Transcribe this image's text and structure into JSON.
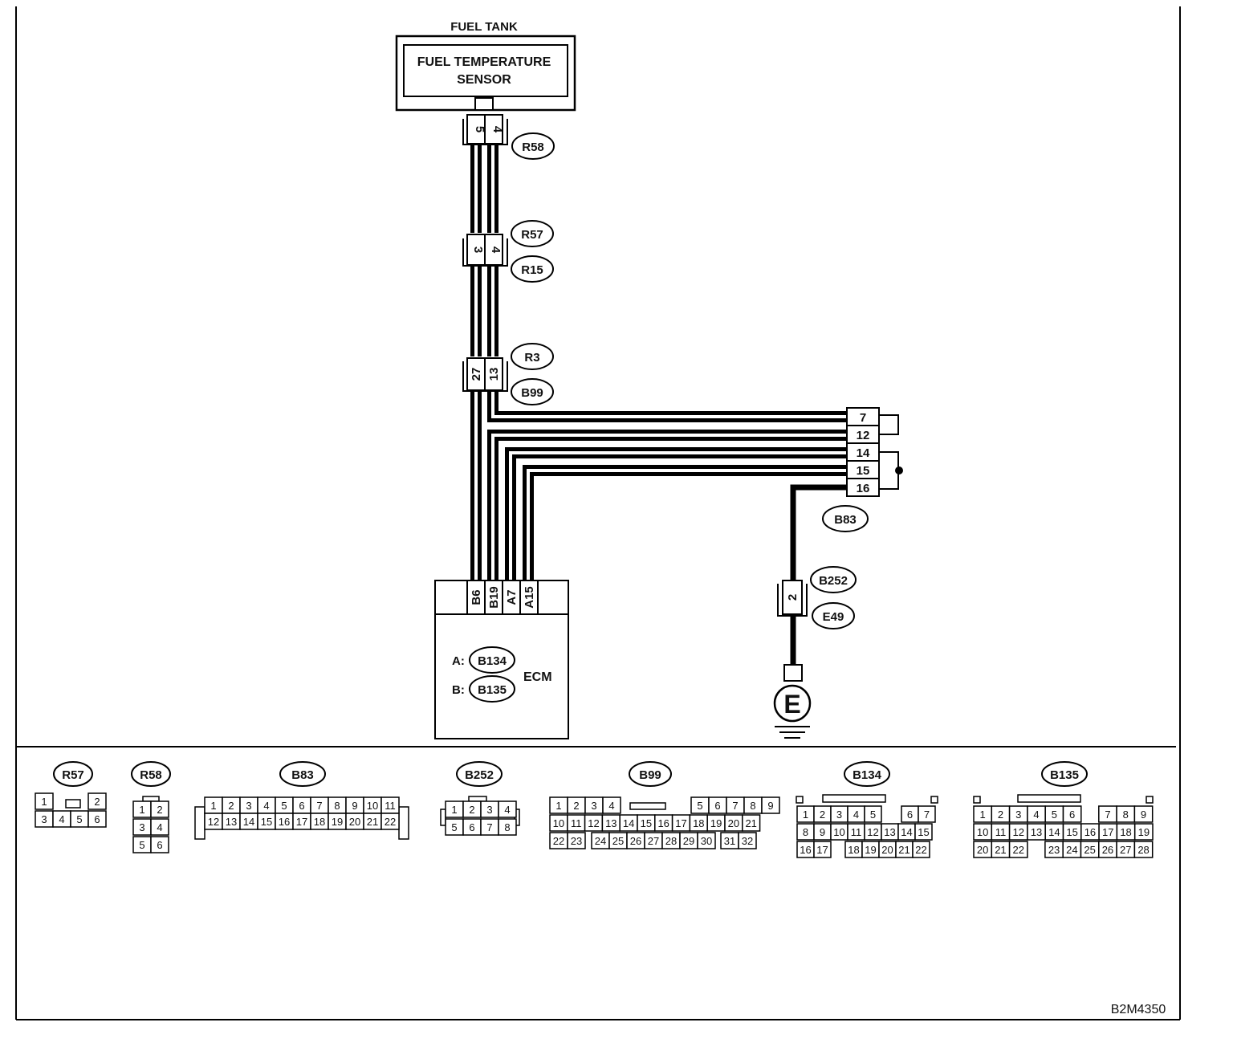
{
  "diagram_code": "B2M4350",
  "fuel_tank": {
    "title": "FUEL TANK",
    "sensor_line1": "FUEL TEMPERATURE",
    "sensor_line2": "SENSOR"
  },
  "inline_connectors": {
    "r58": {
      "pin_left": "5",
      "pin_right": "4",
      "tag": "R58"
    },
    "r57_r15": {
      "pin_left": "3",
      "pin_right": "4",
      "tag_top": "R57",
      "tag_bottom": "R15"
    },
    "r3_b99": {
      "pin_left": "27",
      "pin_right": "13",
      "tag_top": "R3",
      "tag_bottom": "B99"
    }
  },
  "b83_connector": {
    "pins": [
      "7",
      "12",
      "14",
      "15",
      "16"
    ],
    "tag": "B83"
  },
  "ecm": {
    "pins": [
      "B6",
      "B19",
      "A7",
      "A15"
    ],
    "a_label": "A:",
    "a_tag": "B134",
    "b_label": "B:",
    "b_tag": "B135",
    "name": "ECM"
  },
  "ground_path": {
    "pin": "2",
    "tag_top": "B252",
    "tag_bottom": "E49",
    "ground_symbol": "E"
  },
  "connector_faces": {
    "r57": {
      "title": "R57",
      "row1": [
        "1",
        "2"
      ],
      "row2": [
        "3",
        "4",
        "5",
        "6"
      ]
    },
    "r58": {
      "title": "R58",
      "row1": [
        "1",
        "2"
      ],
      "row2": [
        "3",
        "4"
      ],
      "row3": [
        "5",
        "6"
      ]
    },
    "b83": {
      "title": "B83",
      "row1": [
        "1",
        "2",
        "3",
        "4",
        "5",
        "6",
        "7",
        "8",
        "9",
        "10",
        "11"
      ],
      "row2": [
        "12",
        "13",
        "14",
        "15",
        "16",
        "17",
        "18",
        "19",
        "20",
        "21",
        "22"
      ]
    },
    "b252": {
      "title": "B252",
      "row1": [
        "1",
        "2",
        "3",
        "4"
      ],
      "row2": [
        "5",
        "6",
        "7",
        "8"
      ]
    },
    "b99": {
      "title": "B99",
      "row1": [
        "1",
        "2",
        "3",
        "4",
        "5",
        "6",
        "7",
        "8",
        "9"
      ],
      "row2": [
        "10",
        "11",
        "12",
        "13",
        "14",
        "15",
        "16",
        "17",
        "18",
        "19",
        "20",
        "21"
      ],
      "row3": [
        "22",
        "23",
        "24",
        "25",
        "26",
        "27",
        "28",
        "29",
        "30",
        "31",
        "32"
      ]
    },
    "b134": {
      "title": "B134",
      "row1": [
        "1",
        "2",
        "3",
        "4",
        "5",
        "6",
        "7"
      ],
      "row2": [
        "8",
        "9",
        "10",
        "11",
        "12",
        "13",
        "14",
        "15"
      ],
      "row3": [
        "16",
        "17",
        "18",
        "19",
        "20",
        "21",
        "22"
      ]
    },
    "b135": {
      "title": "B135",
      "row1": [
        "1",
        "2",
        "3",
        "4",
        "5",
        "6",
        "7",
        "8",
        "9"
      ],
      "row2": [
        "10",
        "11",
        "12",
        "13",
        "14",
        "15",
        "16",
        "17",
        "18",
        "19"
      ],
      "row3": [
        "20",
        "21",
        "22",
        "23",
        "24",
        "25",
        "26",
        "27",
        "28"
      ]
    }
  }
}
